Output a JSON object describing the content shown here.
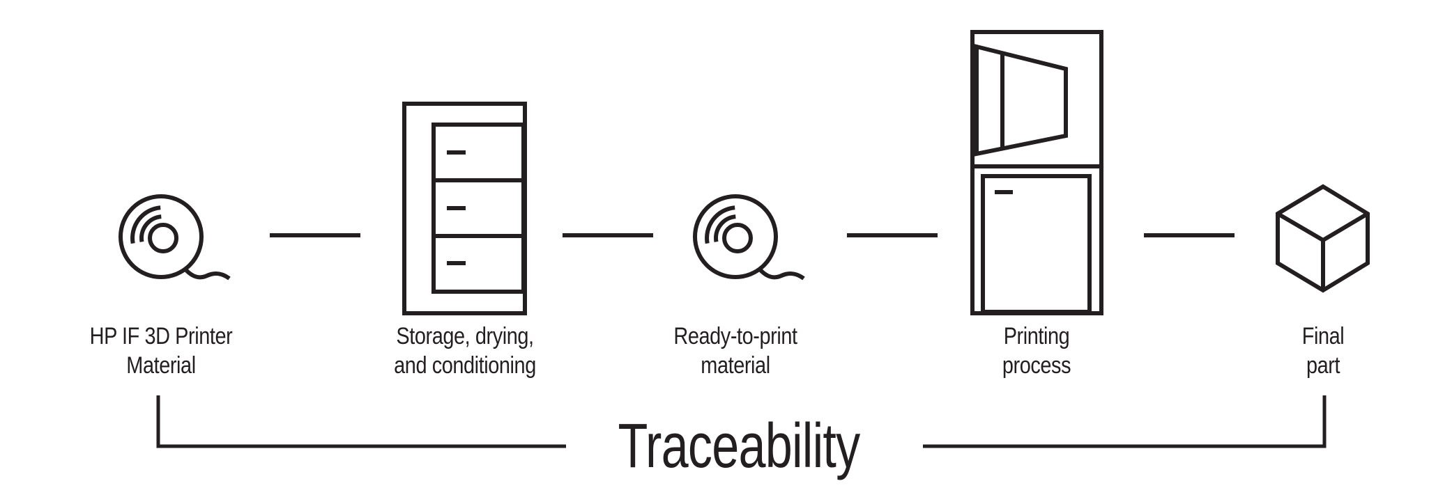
{
  "title": "Traceability",
  "colors": {
    "stroke": "#231f20",
    "background": "#ffffff"
  },
  "steps": [
    {
      "id": "hp-material",
      "icon": "filament-spool-icon",
      "lines": [
        "HP IF 3D Printer",
        "Material"
      ]
    },
    {
      "id": "storage",
      "icon": "storage-cabinet-icon",
      "lines": [
        "Storage, drying,",
        "and conditioning"
      ]
    },
    {
      "id": "ready-to-print",
      "icon": "filament-spool-icon",
      "lines": [
        "Ready-to-print",
        "material"
      ]
    },
    {
      "id": "printing",
      "icon": "printer-icon",
      "lines": [
        "Printing",
        "process"
      ]
    },
    {
      "id": "final-part",
      "icon": "cube-icon",
      "lines": [
        "Final",
        "part"
      ]
    }
  ]
}
